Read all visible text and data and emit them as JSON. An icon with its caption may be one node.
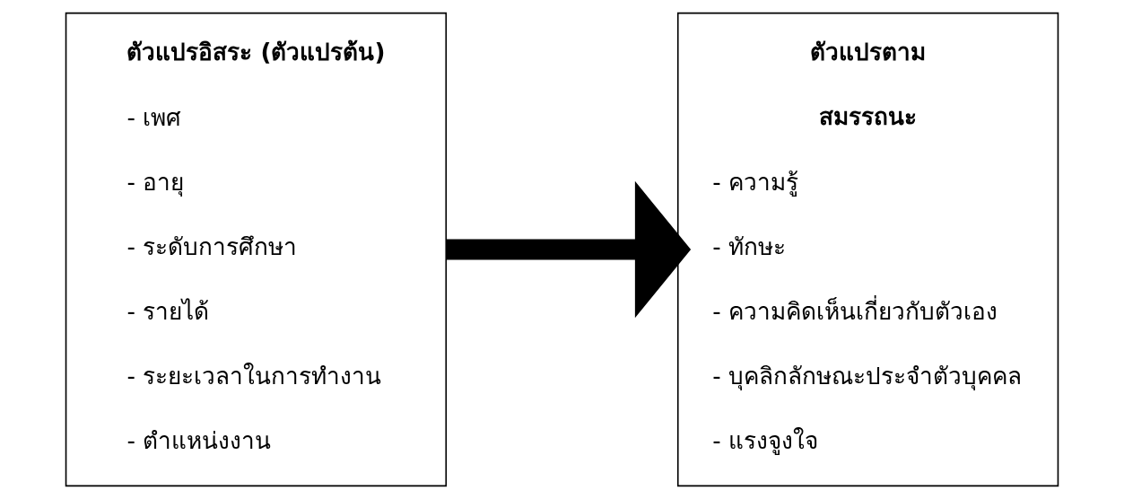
{
  "diagram": {
    "nodes": [
      {
        "text": [
          "ตัวแปรอิสระ (ตัวแปรต้น)",
          "- เพศ",
          "- อายุ",
          "- ระดับการศึกษา",
          "- รายได้",
          "- ระยะเวลาในการทำงาน",
          "- ตำแหน่งงาน"
        ]
      },
      {
        "text": [
          "ตัวแปรตาม",
          "สมรรถนะ",
          "- ความรู้",
          "- ทักษะ",
          "- ความคิดเห็นเกี่ยวกับตัวเอง",
          "- บุคลิกลักษณะประจำตัวบุคคล",
          "- แรงจูงใจ"
        ]
      }
    ],
    "edges": [
      {
        "from": 0,
        "to": 1,
        "arrow": "to"
      }
    ]
  }
}
